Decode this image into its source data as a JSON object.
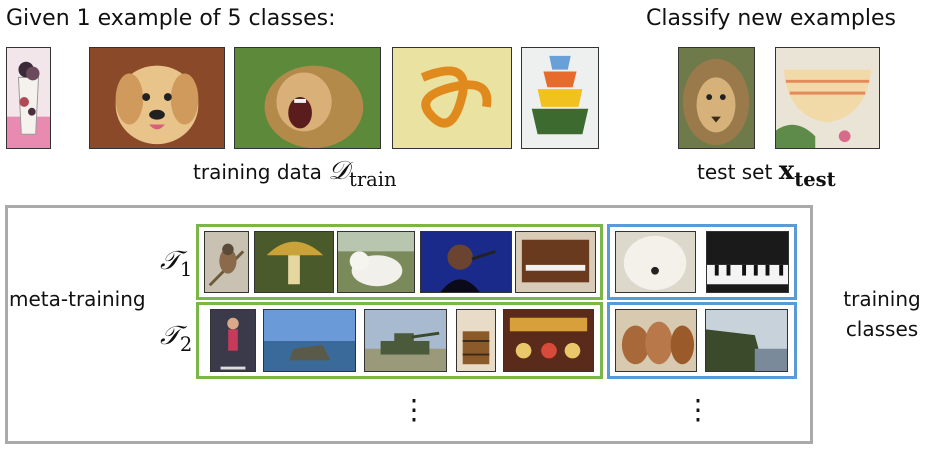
{
  "header": {
    "left_title": "Given 1 example of 5 classes:",
    "right_title": "Classify new examples"
  },
  "captions": {
    "training_prefix": "training data",
    "training_symbol": "𝒟",
    "training_sub": "train",
    "test_prefix": "test set",
    "test_symbol": "x",
    "test_sub": "test"
  },
  "meta": {
    "label": "meta-training",
    "task1_symbol": "𝒯",
    "task1_sub": "1",
    "task2_symbol": "𝒯",
    "task2_sub": "2",
    "side_label_line1": "training",
    "side_label_line2": "classes",
    "ellipsis": "⋮"
  },
  "colors": {
    "panel_border": "#aaaaaa",
    "train_box": "#7ab648",
    "test_box": "#5b9bd5"
  },
  "images": {
    "top_train": [
      "dessert-cup",
      "golden-retriever",
      "roaring-lion",
      "orange-knot",
      "stacked-bowls"
    ],
    "top_test": [
      "lion",
      "striped-bowl"
    ],
    "task1_train": [
      "bird",
      "mushroom",
      "white-dog",
      "singer",
      "piano"
    ],
    "task1_test": [
      "shaggy-dog",
      "piano-keys"
    ],
    "task2_train": [
      "gymnast",
      "coastal-ruin",
      "tank",
      "barrel",
      "carousel"
    ],
    "task2_test": [
      "barrels",
      "cliffs"
    ]
  }
}
